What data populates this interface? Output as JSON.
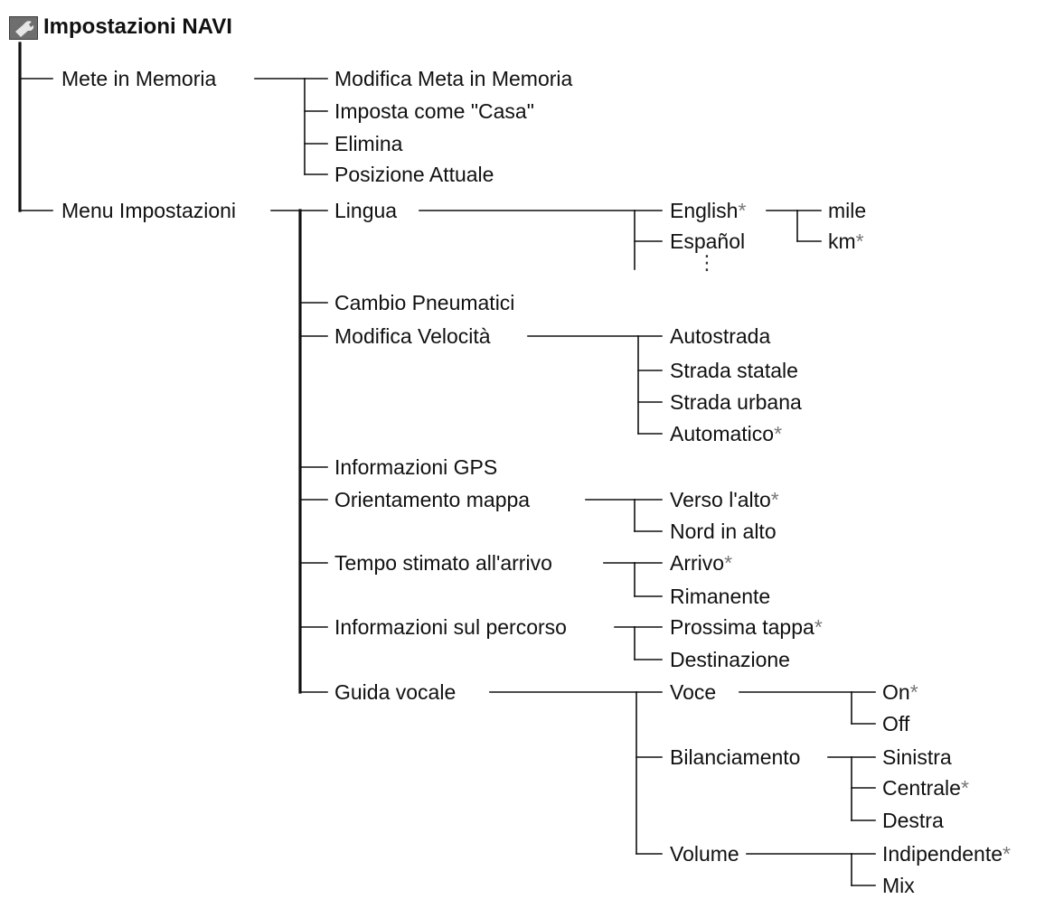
{
  "header": {
    "title": "Impostazioni NAVI",
    "icon": "settings-wrench-icon"
  },
  "tree": [
    {
      "id": "mete",
      "label": "Mete in Memoria",
      "children": [
        {
          "id": "mete-modifica",
          "label": "Modifica Meta in Memoria"
        },
        {
          "id": "mete-casa",
          "label": "Imposta come \"Casa\""
        },
        {
          "id": "mete-elimina",
          "label": "Elimina"
        },
        {
          "id": "mete-posizione",
          "label": "Posizione Attuale"
        }
      ]
    },
    {
      "id": "menu",
      "label": "Menu Impostazioni",
      "children": [
        {
          "id": "lingua",
          "label": "Lingua",
          "ellipsis": "⋮",
          "children": [
            {
              "id": "english",
              "label": "English",
              "default": true,
              "children": [
                {
                  "id": "mile",
                  "label": "mile"
                },
                {
                  "id": "km",
                  "label": "km",
                  "default": true
                }
              ]
            },
            {
              "id": "espanol",
              "label": "Español"
            }
          ]
        },
        {
          "id": "pneumatici",
          "label": "Cambio Pneumatici"
        },
        {
          "id": "velocita",
          "label": "Modifica Velocità",
          "children": [
            {
              "id": "autostrada",
              "label": "Autostrada"
            },
            {
              "id": "statale",
              "label": "Strada statale"
            },
            {
              "id": "urbana",
              "label": "Strada urbana"
            },
            {
              "id": "automatico",
              "label": "Automatico",
              "default": true
            }
          ]
        },
        {
          "id": "gps",
          "label": "Informazioni GPS"
        },
        {
          "id": "orientamento",
          "label": "Orientamento mappa",
          "children": [
            {
              "id": "alto",
              "label": "Verso l'alto",
              "default": true
            },
            {
              "id": "nord",
              "label": "Nord in alto"
            }
          ]
        },
        {
          "id": "tempo",
          "label": "Tempo stimato all'arrivo",
          "children": [
            {
              "id": "arrivo",
              "label": "Arrivo",
              "default": true
            },
            {
              "id": "rimanente",
              "label": "Rimanente"
            }
          ]
        },
        {
          "id": "percorso",
          "label": "Informazioni sul percorso",
          "children": [
            {
              "id": "tappa",
              "label": "Prossima tappa",
              "default": true
            },
            {
              "id": "destinazione",
              "label": "Destinazione"
            }
          ]
        },
        {
          "id": "guida",
          "label": "Guida vocale",
          "children": [
            {
              "id": "voce",
              "label": "Voce",
              "children": [
                {
                  "id": "on",
                  "label": "On",
                  "default": true
                },
                {
                  "id": "off",
                  "label": "Off"
                }
              ]
            },
            {
              "id": "bilanciamento",
              "label": "Bilanciamento",
              "children": [
                {
                  "id": "sinistra",
                  "label": "Sinistra"
                },
                {
                  "id": "centrale",
                  "label": "Centrale",
                  "default": true
                },
                {
                  "id": "destra",
                  "label": "Destra"
                }
              ]
            },
            {
              "id": "volume",
              "label": "Volume",
              "children": [
                {
                  "id": "indipendente",
                  "label": "Indipendente",
                  "default": true
                },
                {
                  "id": "mix",
                  "label": "Mix"
                }
              ]
            }
          ]
        }
      ]
    }
  ],
  "default_marker": "*"
}
